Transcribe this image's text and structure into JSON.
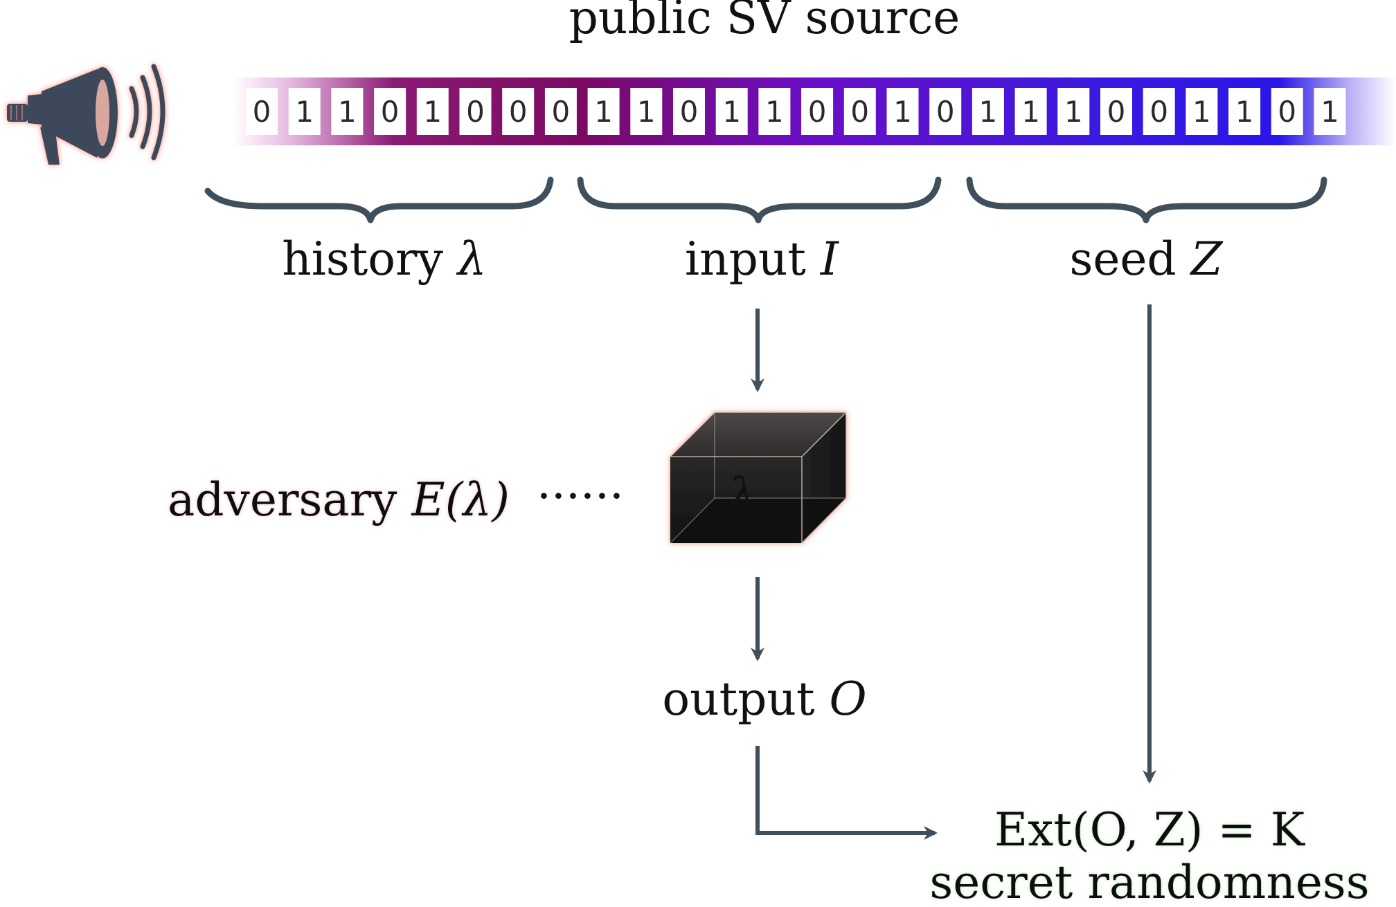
{
  "diagram": {
    "source_title": "public SV source",
    "bits": [
      "0",
      "1",
      "1",
      "0",
      "1",
      "0",
      "0",
      "0",
      "1",
      "1",
      "0",
      "1",
      "1",
      "0",
      "0",
      "1",
      "0",
      "1",
      "1",
      "1",
      "0",
      "0",
      "1",
      "1",
      "0",
      "1"
    ],
    "segments": {
      "history": {
        "text": "history ",
        "symbol": "λ"
      },
      "input": {
        "text": "input ",
        "symbol": "I"
      },
      "seed": {
        "text": "seed ",
        "symbol": "Z"
      }
    },
    "adversary": {
      "text": "adversary ",
      "symbol": "E(λ)",
      "dots": "······"
    },
    "box_symbol": "λ",
    "output": {
      "text": "output ",
      "symbol": "O"
    },
    "extractor": {
      "formula": "Ext(O, Z) = K",
      "caption": "secret randomness"
    },
    "icons": [
      "megaphone-icon",
      "sound-waves-icon",
      "black-box-icon"
    ],
    "colors": {
      "arrow": "#3f4f5c",
      "brace": "#3f4f5c",
      "bar_left": "#7b0a63",
      "bar_mid": "#6a0fc8",
      "bar_right": "#2a16e8",
      "megaphone": "#3d4a5a",
      "box_face": "#1a1a1a"
    }
  }
}
